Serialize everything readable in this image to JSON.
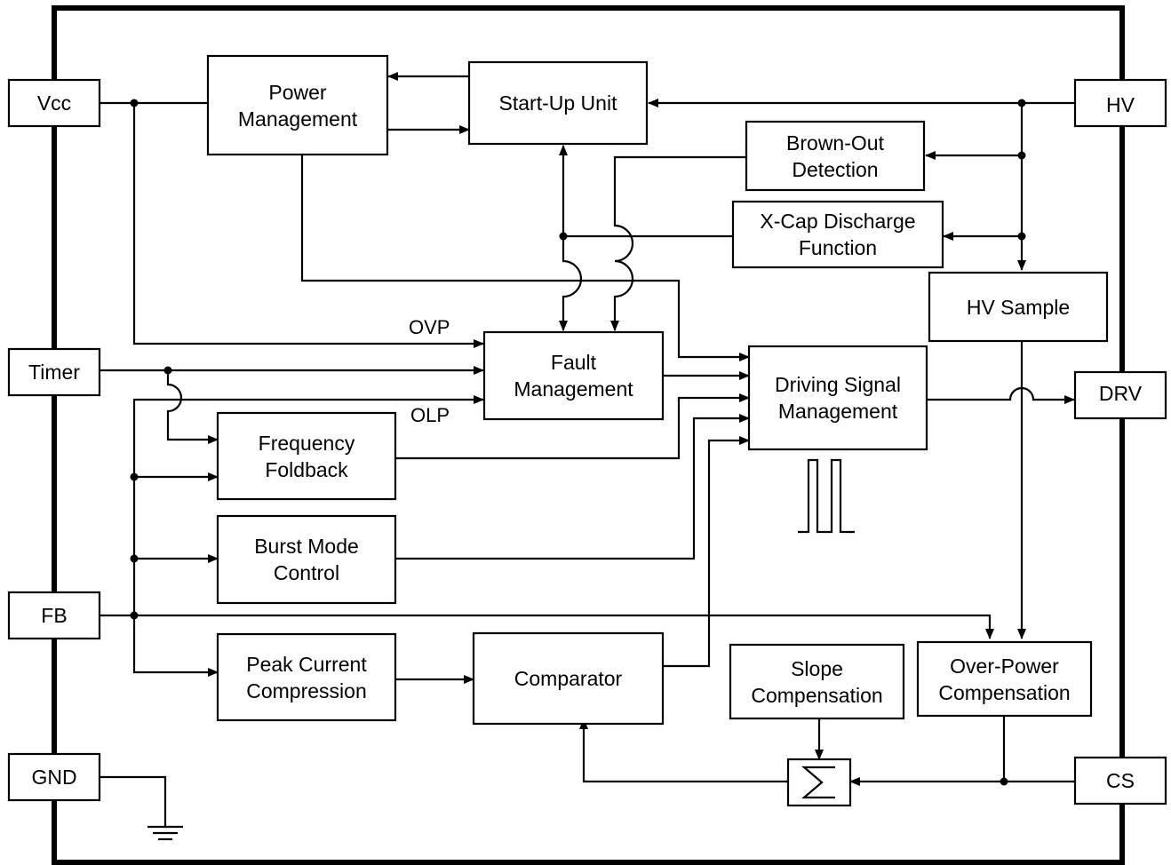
{
  "pins": {
    "vcc": "Vcc",
    "timer": "Timer",
    "fb": "FB",
    "gnd": "GND",
    "hv": "HV",
    "drv": "DRV",
    "cs": "CS"
  },
  "blocks": {
    "power_management": "Power\nManagement",
    "startup_unit": "Start-Up Unit",
    "brown_out": "Brown-Out\nDetection",
    "xcap_discharge": "X-Cap Discharge\nFunction",
    "hv_sample": "HV Sample",
    "fault_management": "Fault\nManagement",
    "driving_signal": "Driving Signal\nManagement",
    "frequency_foldback": "Frequency\nFoldback",
    "burst_mode": "Burst Mode\nControl",
    "peak_current": "Peak Current\nCompression",
    "comparator": "Comparator",
    "slope_compensation": "Slope\nCompensation",
    "over_power": "Over-Power\nCompensation"
  },
  "signals": {
    "ovp": "OVP",
    "olp": "OLP"
  }
}
